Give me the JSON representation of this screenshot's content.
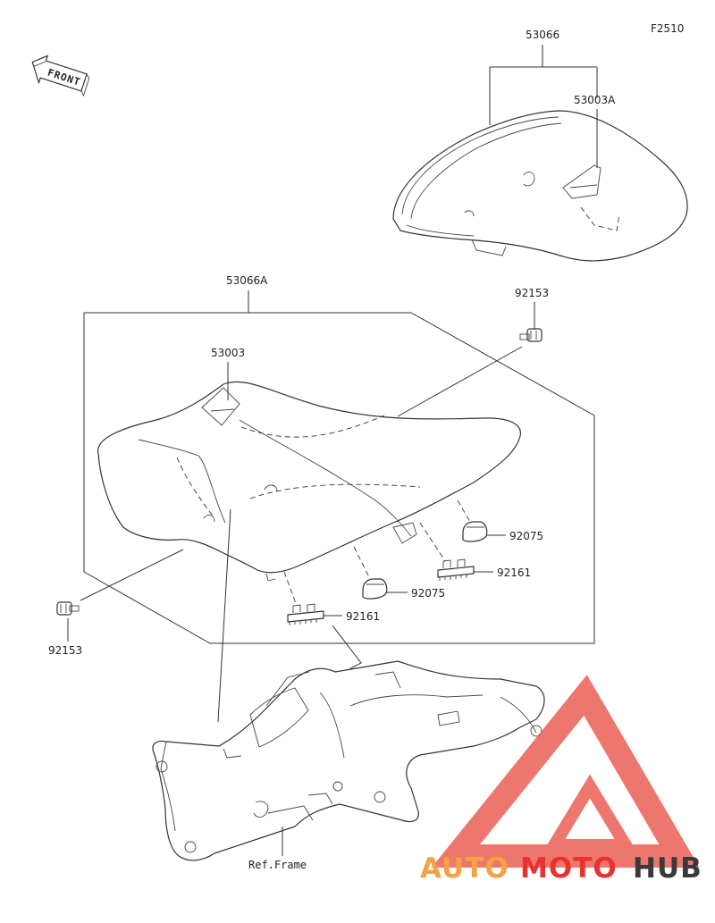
{
  "figure_code": "F2510",
  "front_label": "FRONT",
  "ref_label": "Ref.Frame",
  "watermark": {
    "part1": "AUTO",
    "part2": "MOTO",
    "part3": "HUB",
    "color_orange": "#f4a24a",
    "color_red": "#e8322e",
    "color_gray": "#3a3a3a",
    "triangle_color": "#e84a3e"
  },
  "parts": {
    "seat_rear_assy": "53066",
    "seat_rear_cover": "53003A",
    "seat_front_assy": "53066A",
    "seat_front_cover": "53003",
    "bolt_right": "92153",
    "bolt_left": "92153",
    "damper_right": "92075",
    "damper_center": "92075",
    "clip_right": "92161",
    "clip_center": "92161"
  }
}
